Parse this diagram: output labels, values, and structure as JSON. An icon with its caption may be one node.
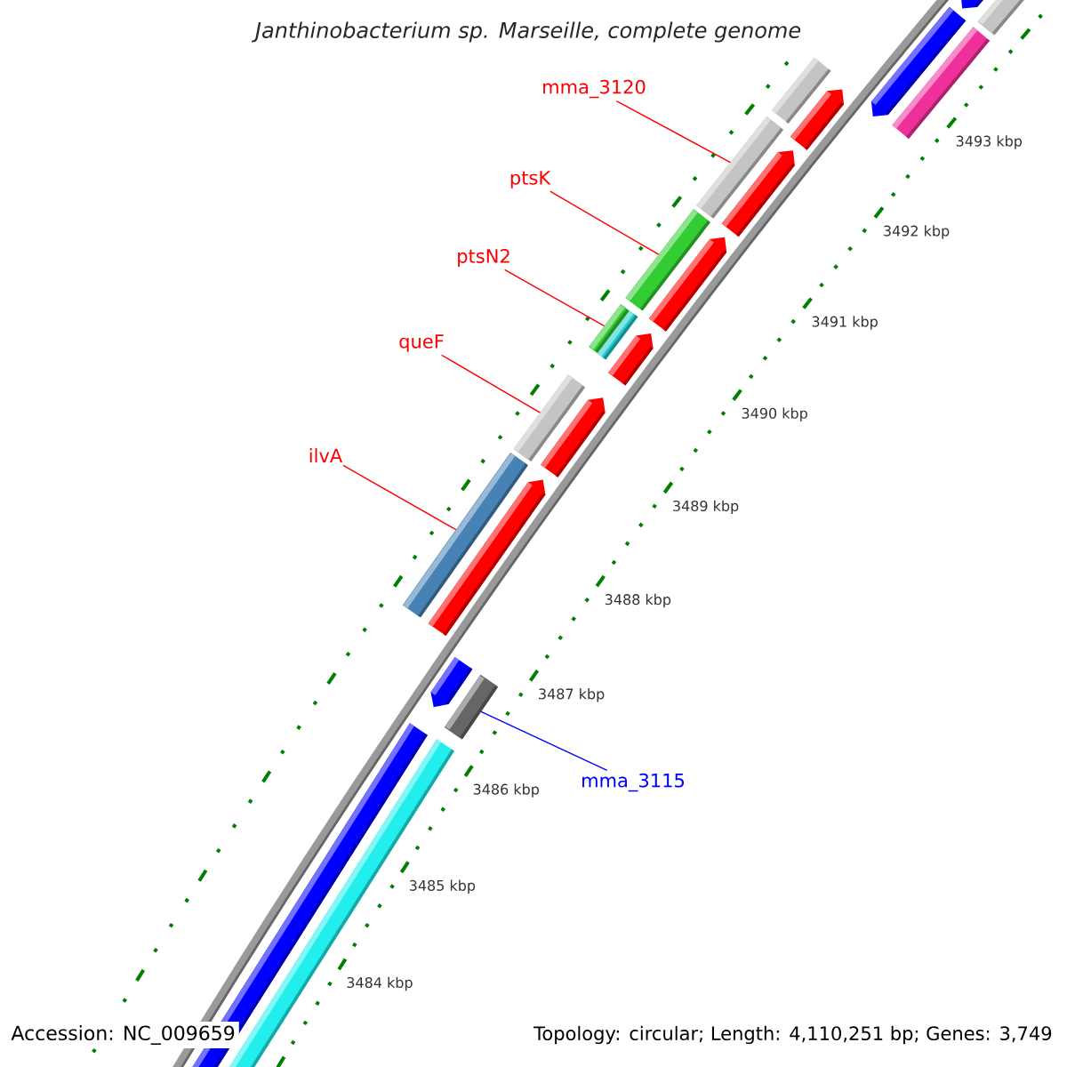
{
  "diagram": {
    "title": "Janthinobacterium sp. Marseille, complete genome",
    "nodes": [
      {
        "text": [
          "mma_3120"
        ]
      },
      {
        "text": [],
        "shape": "box"
      },
      {
        "text": [
          "ptsK"
        ]
      },
      {
        "text": [],
        "shape": "box"
      },
      {
        "text": [
          "ptsN2"
        ]
      },
      {
        "text": [],
        "shape": "box"
      },
      {
        "text": [
          "queF"
        ]
      },
      {
        "text": [],
        "shape": "box"
      },
      {
        "text": [
          "ilvA"
        ]
      },
      {
        "text": [],
        "shape": "box"
      },
      {
        "text": [
          "mma_3115"
        ]
      },
      {
        "text": [],
        "shape": "box"
      },
      {
        "text": [],
        "shape": "box"
      }
    ],
    "edges": [
      {
        "from": 0,
        "to": 1,
        "arrow": "none"
      },
      {
        "from": 2,
        "to": 3,
        "arrow": "none"
      },
      {
        "from": 4,
        "to": 5,
        "arrow": "none"
      },
      {
        "from": 6,
        "to": 7,
        "arrow": "none"
      },
      {
        "from": 8,
        "to": 9,
        "arrow": "none"
      },
      {
        "from": 10,
        "to": 11,
        "arrow": "none",
        "color": "#0000ff"
      }
    ],
    "labels": [
      "3493 kbp",
      "3492 kbp",
      "3491 kbp",
      "3490 kbp",
      "3489 kbp",
      "3488 kbp",
      "3487 kbp",
      "3486 kbp",
      "3485 kbp",
      "3484 kbp",
      "Accession: NC_009659",
      "Topology: circular; Length: 4,110,251 bp; Genes: 3,749"
    ]
  }
}
